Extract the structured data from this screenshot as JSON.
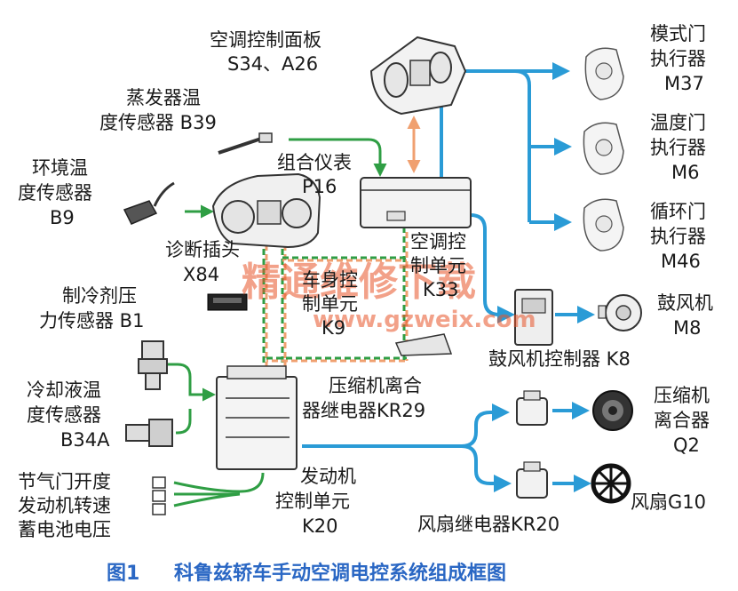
{
  "labels": {
    "panel": [
      "空调控制面板",
      "S34、A26"
    ],
    "evap": [
      "蒸发器温",
      "度传感器 B39"
    ],
    "ambient": [
      "环境温",
      "度传感器",
      "B9"
    ],
    "cluster": [
      "组合仪表",
      "P16"
    ],
    "diag": [
      "诊断插头",
      "X84"
    ],
    "bcm": [
      "车身控",
      "制单元",
      "K9"
    ],
    "acu": [
      "空调控",
      "制单元",
      "K33"
    ],
    "refrig": [
      "制冷剂压",
      "力传感器 B1"
    ],
    "coolant": [
      "冷却液温",
      "度传感器",
      "B34A"
    ],
    "inputs": [
      "节气门开度",
      "发动机转速",
      "蓄电池电压"
    ],
    "ecu": [
      "发动机",
      "控制单元",
      "K20"
    ],
    "compressor_relay": [
      "压缩机离合",
      "器继电器KR29"
    ],
    "fan_relay": [
      "风扇继电器KR20"
    ],
    "blower_ctrl": [
      "鼓风机控制器 K8"
    ],
    "mode_door": [
      "模式门",
      "执行器",
      "M37"
    ],
    "temp_door": [
      "温度门",
      "执行器",
      "M6"
    ],
    "recirc_door": [
      "循环门",
      "执行器",
      "M46"
    ],
    "blower": [
      "鼓风机",
      "M8"
    ],
    "clutch": [
      "压缩机",
      "离合器",
      "Q2"
    ],
    "fan": [
      "风扇G10"
    ]
  },
  "caption": {
    "number": "图1",
    "text": "科鲁兹轿车手动空调电控系统组成框图"
  },
  "watermark": {
    "main": "精通维修下载",
    "url": "www.gzweix.com"
  },
  "colors": {
    "green": "#2f9e44",
    "blue": "#2a9bd6",
    "orange": "#f0a070",
    "caption": "#2a67c4",
    "watermark": "#e8552a"
  }
}
